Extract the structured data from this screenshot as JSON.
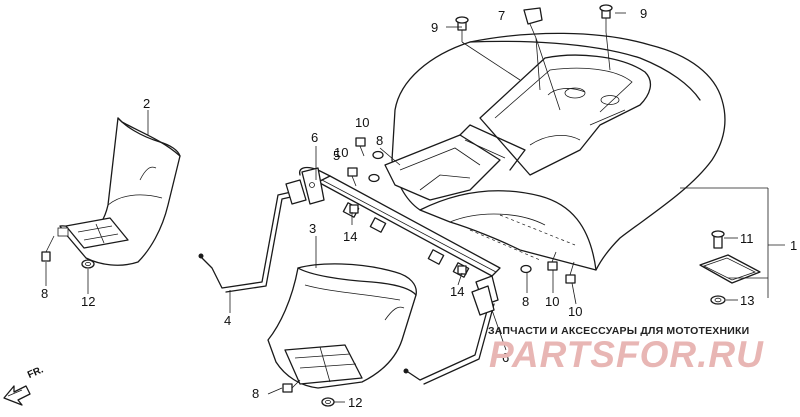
{
  "callouts": [
    {
      "id": "c1",
      "text": "1"
    },
    {
      "id": "c2",
      "text": "2"
    },
    {
      "id": "c3",
      "text": "3"
    },
    {
      "id": "c4",
      "text": "4"
    },
    {
      "id": "c5",
      "text": "5"
    },
    {
      "id": "c6a",
      "text": "6"
    },
    {
      "id": "c6b",
      "text": "6"
    },
    {
      "id": "c7",
      "text": "7"
    },
    {
      "id": "c8a",
      "text": "8"
    },
    {
      "id": "c8b",
      "text": "8"
    },
    {
      "id": "c8c",
      "text": "8"
    },
    {
      "id": "c8d",
      "text": "8"
    },
    {
      "id": "c9a",
      "text": "9"
    },
    {
      "id": "c9b",
      "text": "9"
    },
    {
      "id": "c10a",
      "text": "10"
    },
    {
      "id": "c10b",
      "text": "10"
    },
    {
      "id": "c10c",
      "text": "10"
    },
    {
      "id": "c10d",
      "text": "10"
    },
    {
      "id": "c11",
      "text": "11"
    },
    {
      "id": "c12a",
      "text": "12"
    },
    {
      "id": "c12b",
      "text": "12"
    },
    {
      "id": "c13",
      "text": "13"
    },
    {
      "id": "c14a",
      "text": "14"
    },
    {
      "id": "c14b",
      "text": "14"
    }
  ],
  "direction_label": "FR.",
  "watermark": {
    "tagline": "ЗАПЧАСТИ И АКСЕССУАРЫ ДЛЯ МОТОТЕХНИКИ",
    "logo": "PARTSFOR.RU"
  },
  "colors": {
    "line": "#1a1a1a",
    "watermark_logo": "#e8b6b4",
    "background": "#ffffff"
  }
}
